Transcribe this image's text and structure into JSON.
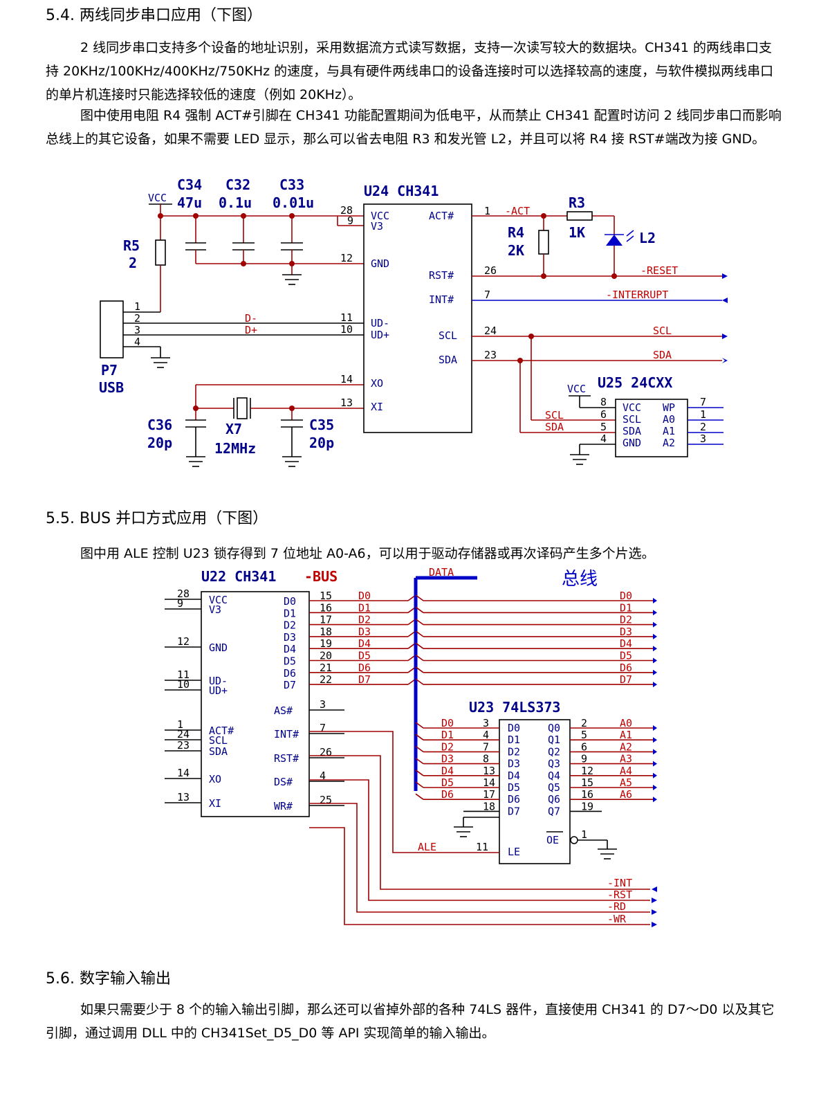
{
  "sec54": {
    "heading": "5.4.  两线同步串口应用（下图）",
    "p1": "2 线同步串口支持多个设备的地址识别，采用数据流方式读写数据，支持一次读写较大的数据块。CH341 的两线串口支持 20KHz/100KHz/400KHz/750KHz 的速度，与具有硬件两线串口的设备连接时可以选择较高的速度，与软件模拟两线串口的单片机连接时只能选择较低的速度（例如 20KHz）。",
    "p2": "图中使用电阻 R4 强制 ACT#引脚在 CH341 功能配置期间为低电平，从而禁止 CH341 配置时访问 2 线同步串口而影响总线上的其它设备，如果不需要 LED 显示，那么可以省去电阻 R3 和发光管 L2，并且可以将 R4 接 RST#端改为接 GND。"
  },
  "fig1": {
    "u24_title": "U24  CH341",
    "vcc": "VCC",
    "c34": "C34",
    "c32": "C32",
    "c33": "C33",
    "c34v": "47u",
    "c32v": "0.1u",
    "c33v": "0.01u",
    "r5": "R5",
    "r5v": "2",
    "r4": "R4",
    "r4v": "2K",
    "r3": "R3",
    "r3v": "1K",
    "l2": "L2",
    "p7": "P7",
    "usb": "USB",
    "pins_left": [
      {
        "n": "28",
        "s": "VCC"
      },
      {
        "n": "9",
        "s": "V3"
      },
      {
        "n": "12",
        "s": "GND"
      },
      {
        "n": "11",
        "s": "UD-"
      },
      {
        "n": "10",
        "s": "UD+"
      },
      {
        "n": "14",
        "s": "XO"
      },
      {
        "n": "13",
        "s": "XI"
      }
    ],
    "pins_right": [
      {
        "n": "1",
        "s": "ACT#",
        "net": "-ACT"
      },
      {
        "n": "26",
        "s": "RST#",
        "net": "-RESET"
      },
      {
        "n": "7",
        "s": "INT#",
        "net": "-INTERRUPT"
      },
      {
        "n": "24",
        "s": "SCL",
        "net": "SCL"
      },
      {
        "n": "23",
        "s": "SDA",
        "net": "SDA"
      }
    ],
    "usb_pins": [
      "1",
      "2",
      "3",
      "4"
    ],
    "dminus": "D-",
    "dplus": "D+",
    "c36": "C36",
    "c36v": "20p",
    "x7": "X7",
    "x7v": "12MHz",
    "c35": "C35",
    "c35v": "20p",
    "u25_title": "U25  24CXX",
    "u25_vcc": "VCC",
    "u25_left": [
      {
        "n": "8",
        "s": "VCC"
      },
      {
        "n": "6",
        "s": "SCL"
      },
      {
        "n": "5",
        "s": "SDA"
      },
      {
        "n": "4",
        "s": "GND"
      }
    ],
    "u25_right": [
      {
        "n": "7",
        "s": "WP"
      },
      {
        "n": "1",
        "s": "A0"
      },
      {
        "n": "2",
        "s": "A1"
      },
      {
        "n": "3",
        "s": "A2"
      }
    ],
    "scl": "SCL",
    "sda": "SDA"
  },
  "sec55": {
    "heading": "5.5.  BUS 并口方式应用（下图）",
    "p1": "图中用 ALE 控制 U23 锁存得到 7 位地址 A0-A6，可以用于驱动存储器或再次译码产生多个片选。"
  },
  "fig2": {
    "u22_title": "U22  CH341",
    "u22_suffix": "-BUS",
    "data_label": "DATA",
    "bus_label": "总线",
    "u22_left": [
      {
        "n": "28",
        "s": "VCC"
      },
      {
        "n": "9",
        "s": "V3"
      },
      {
        "n": "12",
        "s": "GND"
      },
      {
        "n": "11",
        "s": "UD-"
      },
      {
        "n": "10",
        "s": "UD+"
      },
      {
        "n": "1",
        "s": "ACT#"
      },
      {
        "n": "24",
        "s": "SCL"
      },
      {
        "n": "23",
        "s": "SDA"
      },
      {
        "n": "14",
        "s": "XO"
      },
      {
        "n": "13",
        "s": "XI"
      }
    ],
    "u22_data": [
      {
        "n": "15",
        "s": "D0"
      },
      {
        "n": "16",
        "s": "D1"
      },
      {
        "n": "17",
        "s": "D2"
      },
      {
        "n": "18",
        "s": "D3"
      },
      {
        "n": "19",
        "s": "D4"
      },
      {
        "n": "20",
        "s": "D5"
      },
      {
        "n": "21",
        "s": "D6"
      },
      {
        "n": "22",
        "s": "D7"
      }
    ],
    "u22_ctrl": [
      {
        "n": "3",
        "s": "AS#"
      },
      {
        "n": "7",
        "s": "INT#"
      },
      {
        "n": "26",
        "s": "RST#"
      },
      {
        "n": "4",
        "s": "DS#"
      },
      {
        "n": "25",
        "s": "WR#"
      }
    ],
    "u23_title": "U23  74LS373",
    "u23_in": [
      {
        "net": "D0",
        "n": "3",
        "s": "D0"
      },
      {
        "net": "D1",
        "n": "4",
        "s": "D1"
      },
      {
        "net": "D2",
        "n": "7",
        "s": "D2"
      },
      {
        "net": "D3",
        "n": "8",
        "s": "D3"
      },
      {
        "net": "D4",
        "n": "13",
        "s": "D4"
      },
      {
        "net": "D5",
        "n": "14",
        "s": "D5"
      },
      {
        "net": "D6",
        "n": "17",
        "s": "D6"
      },
      {
        "net": "",
        "n": "18",
        "s": "D7"
      }
    ],
    "u23_out": [
      {
        "s": "Q0",
        "n": "2",
        "net": "A0"
      },
      {
        "s": "Q1",
        "n": "5",
        "net": "A1"
      },
      {
        "s": "Q2",
        "n": "6",
        "net": "A2"
      },
      {
        "s": "Q3",
        "n": "9",
        "net": "A3"
      },
      {
        "s": "Q4",
        "n": "12",
        "net": "A4"
      },
      {
        "s": "Q5",
        "n": "15",
        "net": "A5"
      },
      {
        "s": "Q6",
        "n": "16",
        "net": "A6"
      },
      {
        "s": "Q7",
        "n": "19",
        "net": ""
      }
    ],
    "le_pin": "11",
    "le": "LE",
    "ale": "ALE",
    "oe": "OE",
    "oe_pin": "1",
    "ctrl_nets": [
      "-INT",
      "-RST",
      "-RD",
      "-WR"
    ]
  },
  "sec56": {
    "heading": "5.6.  数字输入输出",
    "p1": "如果只需要少于 8 个的输入输出引脚，那么还可以省掉外部的各种 74LS 器件，直接使用 CH341 的 D7～D0 以及其它引脚，通过调用 DLL 中的 CH341Set_D5_D0 等 API 实现简单的输入输出。"
  }
}
